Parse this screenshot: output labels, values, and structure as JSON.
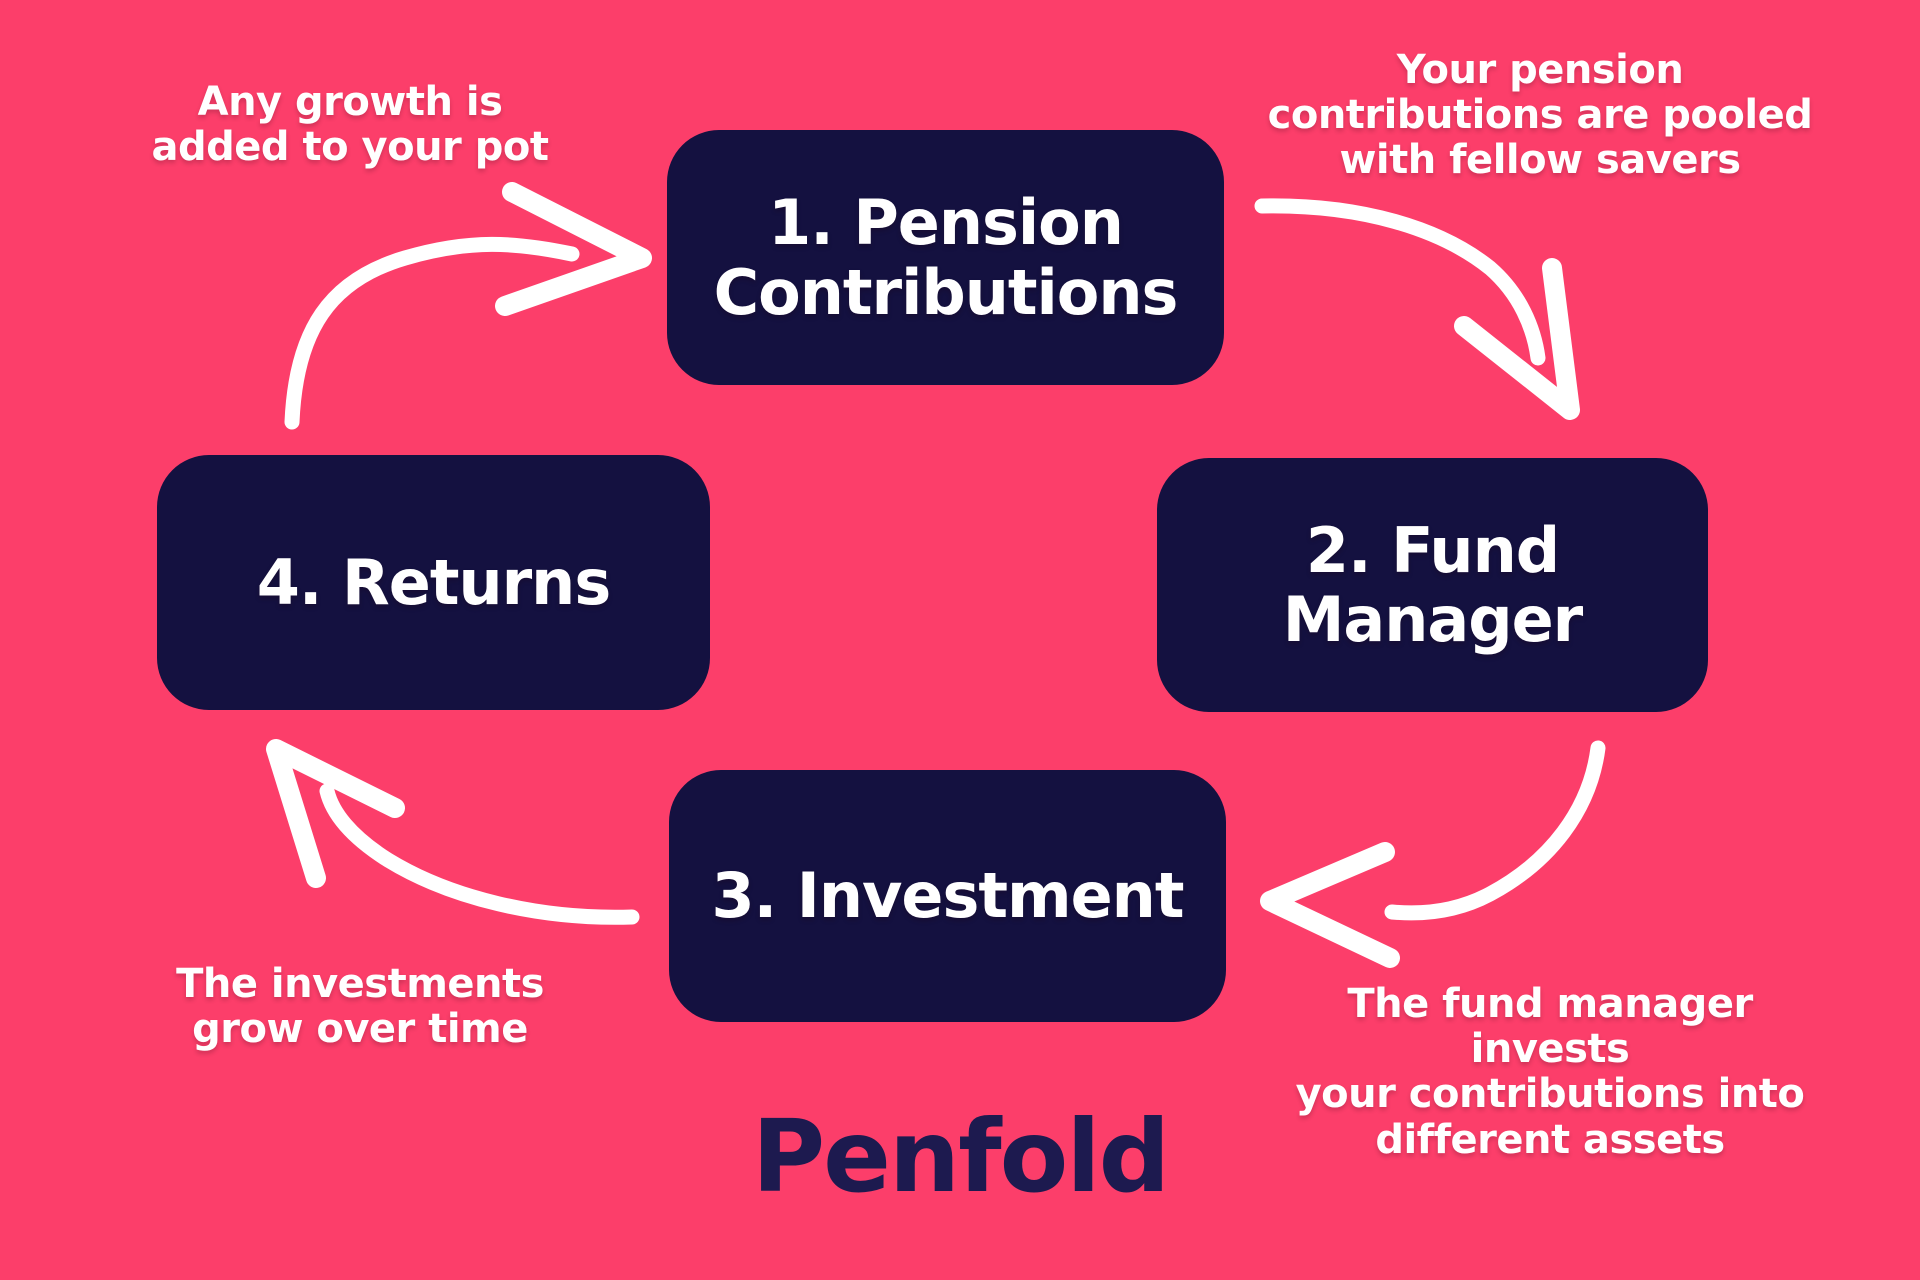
{
  "palette": {
    "background": "#fc3e6a",
    "card": "#141140",
    "card_text": "#ffffff",
    "annotation_text": "#ffffff",
    "arrow": "#ffffff",
    "logo": "#1d1a4f"
  },
  "diagram": {
    "type": "cycle",
    "steps": [
      {
        "label": "1. Pension Contributions"
      },
      {
        "label": "2. Fund Manager"
      },
      {
        "label": "3. Investment"
      },
      {
        "label": "4. Returns"
      }
    ],
    "annotations": {
      "top_left": {
        "lines": [
          "Any growth is",
          "added to your pot"
        ]
      },
      "top_right": {
        "lines": [
          "Your pension",
          "contributions are pooled",
          "with fellow savers"
        ]
      },
      "bottom_left": {
        "lines": [
          "The investments",
          "grow over time"
        ]
      },
      "bottom_right": {
        "lines": [
          "The fund manager invests",
          "your contributions into",
          "different assets"
        ]
      }
    },
    "arrows": [
      {
        "from": "4. Returns",
        "to": "1. Pension Contributions",
        "position": "top-left"
      },
      {
        "from": "1. Pension Contributions",
        "to": "2. Fund Manager",
        "position": "top-right"
      },
      {
        "from": "2. Fund Manager",
        "to": "3. Investment",
        "position": "bottom-right"
      },
      {
        "from": "3. Investment",
        "to": "4. Returns",
        "position": "bottom-left"
      }
    ]
  },
  "logo": {
    "text": "Penfold"
  }
}
